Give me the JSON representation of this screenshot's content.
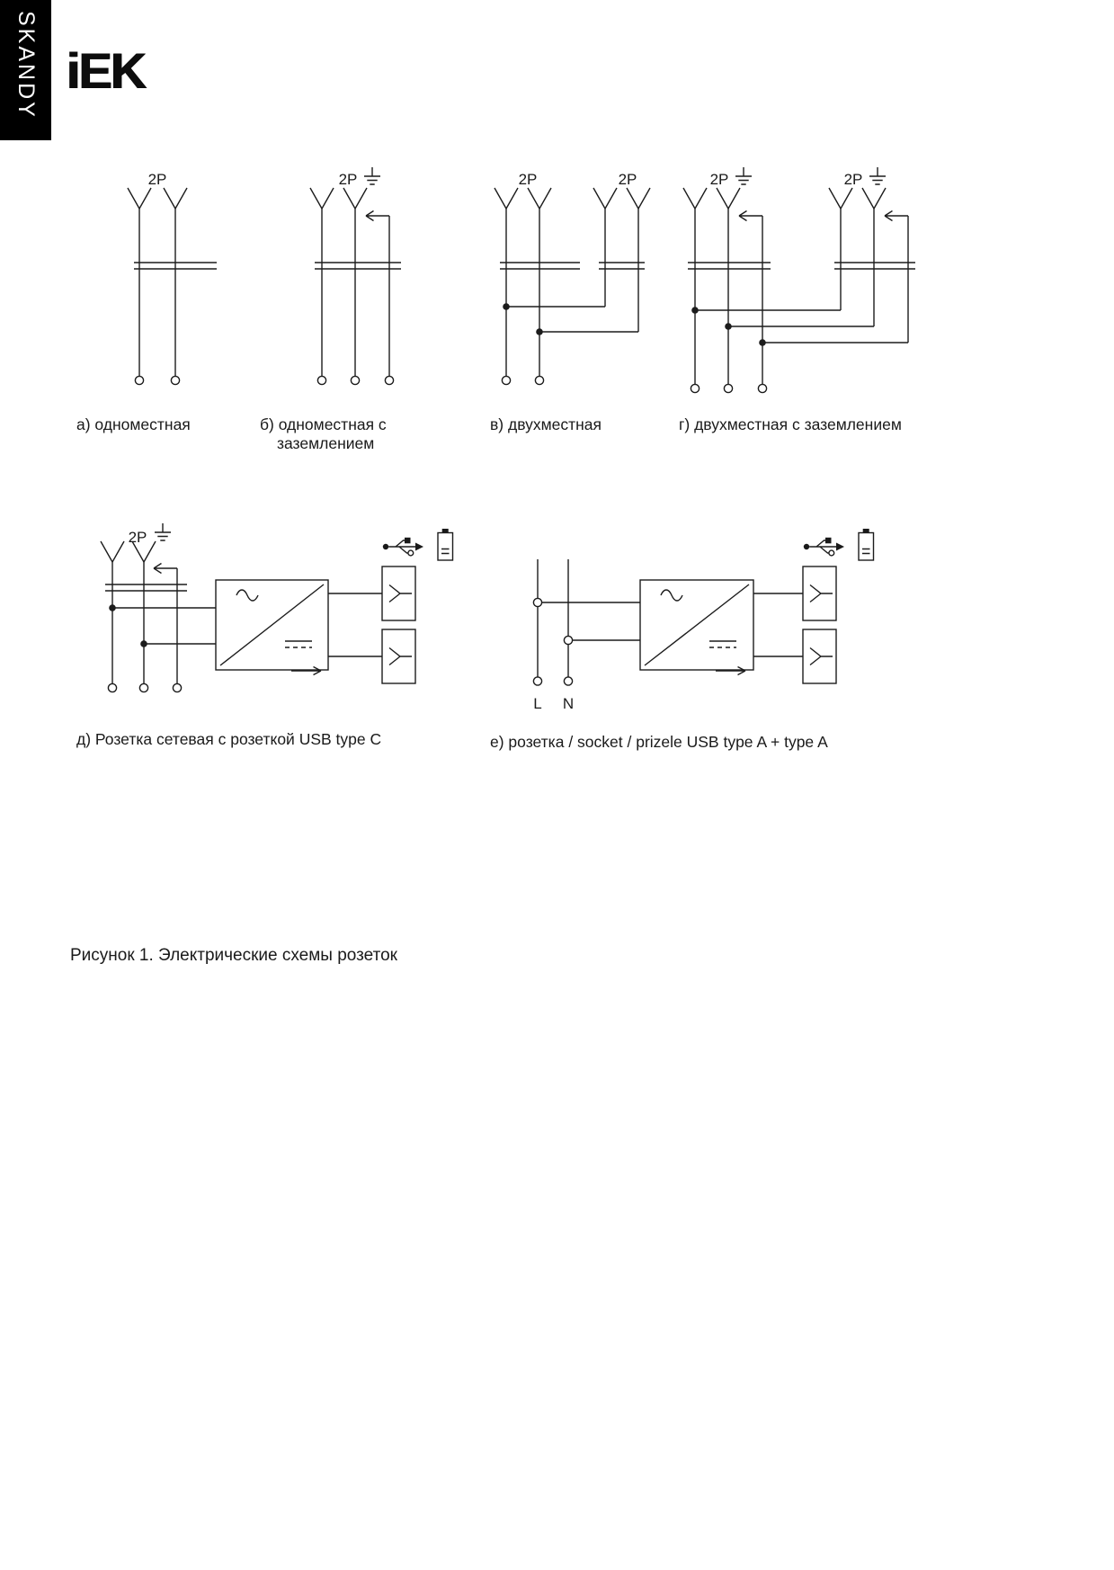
{
  "page": {
    "series_tab": "SKANDY",
    "logo": "iEK"
  },
  "icons": {
    "ground-icon": "earth ground symbol",
    "ground-contact-arrow-icon": "grounding contact arrow",
    "contact-fork-icon": "socket contact fork",
    "usb-icon": "USB trident symbol",
    "battery-icon": "battery charging symbol",
    "converter-box": "AC/DC converter symbol"
  },
  "diagrams": {
    "a": {
      "pole_label": "2P",
      "caption": "а) одноместная"
    },
    "b": {
      "pole_label": "2P",
      "caption": "б) одноместная с заземлением"
    },
    "v": {
      "pole_label_left": "2P",
      "pole_label_right": "2P",
      "caption": "в) двухместная"
    },
    "g": {
      "pole_label_left": "2P",
      "pole_label_right": "2P",
      "caption": "г) двухместная с заземлением"
    },
    "d": {
      "pole_label": "2P",
      "caption": "д) Розетка сетевая с розеткой USB type C"
    },
    "e": {
      "phase_label": "L",
      "neutral_label": "N",
      "caption": "е) розетка / socket / prizele USB type A + type A"
    }
  },
  "figure_caption": "Рисунок 1. Электрические схемы розеток"
}
